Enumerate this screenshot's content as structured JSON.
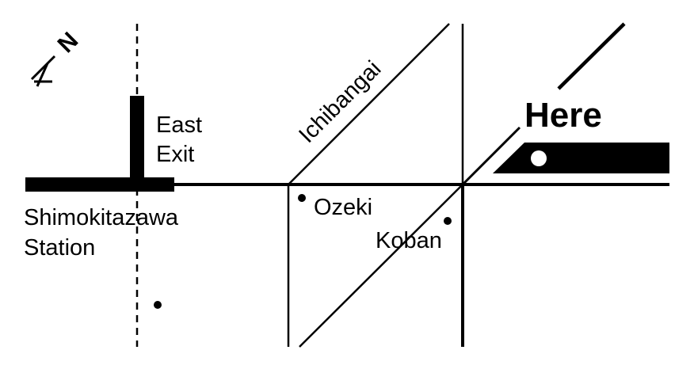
{
  "map": {
    "ink_color": "#000000",
    "background_color": "#ffffff",
    "compass": {
      "letter": "N",
      "icon": "north-arrow-icon"
    },
    "labels": {
      "east_exit_line1": "East",
      "east_exit_line2": "Exit",
      "station_line1": "Shimokitazawa",
      "station_line2": "Station",
      "street": "Ichibangai",
      "ozeki": "Ozeki",
      "koban": "Koban",
      "here": "Here"
    },
    "icons": {
      "ozeki_marker": "dot-marker-icon",
      "koban_marker": "dot-marker-icon",
      "lone_marker": "dot-marker-icon",
      "here_marker": "location-marker-icon"
    }
  }
}
